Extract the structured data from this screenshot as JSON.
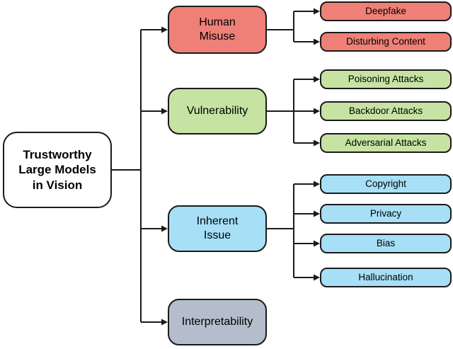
{
  "diagram": {
    "type": "taxonomy-tree",
    "connector_color": "#1a1a1a",
    "root": {
      "label": "Trustworthy\nLarge Models\nin Vision",
      "fill": "#ffffff"
    },
    "branches": [
      {
        "label": "Human\nMisuse",
        "fill": "#ee8078",
        "children": [
          {
            "label": "Deepfake"
          },
          {
            "label": "Disturbing Content"
          }
        ]
      },
      {
        "label": "Vulnerability",
        "fill": "#c6e3a3",
        "children": [
          {
            "label": "Poisoning Attacks"
          },
          {
            "label": "Backdoor Attacks"
          },
          {
            "label": "Adversarial Attacks"
          }
        ]
      },
      {
        "label": "Inherent\nIssue",
        "fill": "#a6dff6",
        "children": [
          {
            "label": "Copyright"
          },
          {
            "label": "Privacy"
          },
          {
            "label": "Bias"
          },
          {
            "label": "Hallucination"
          }
        ]
      },
      {
        "label": "Interpretability",
        "fill": "#b4bdcc",
        "children": []
      }
    ]
  }
}
